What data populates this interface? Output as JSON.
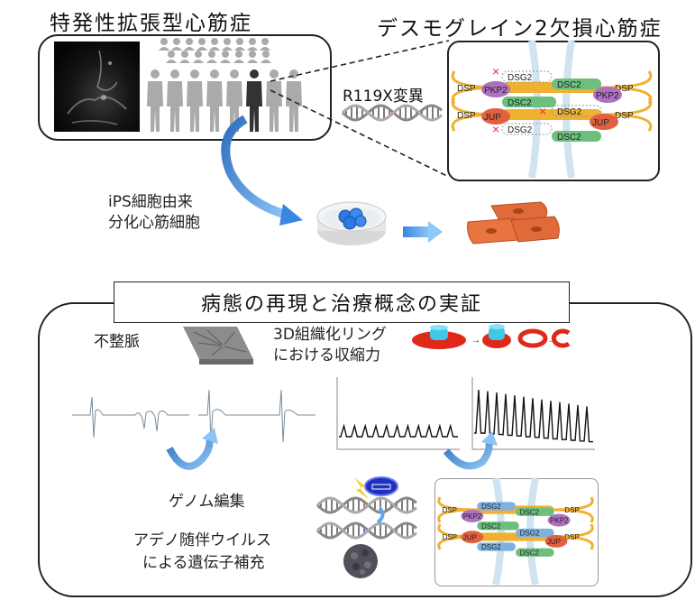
{
  "top": {
    "left_title": "特発性拡張型心筋症",
    "right_title": "デスモグレイン2欠損心筋症",
    "mutation_label": "R119X変異",
    "ips_label_line1": "iPS細胞由来",
    "ips_label_line2": "分化心筋細胞"
  },
  "desmosome_deficient": {
    "proteins": {
      "dsp": "DSP",
      "pkp2": "PKP2",
      "jup": "JUP",
      "dsg2": "DSG2",
      "dsc2": "DSC2"
    },
    "missing_marker": "×"
  },
  "bottom": {
    "section_title": "病態の再現と治療概念の実証",
    "arrhythmia_label": "不整脈",
    "ring_label_line1": "3D組織化リング",
    "ring_label_line2": "における収縮力",
    "genome_edit_label": "ゲノム編集",
    "aav_label_line1": "アデノ随伴ウイルス",
    "aav_label_line2": "による遺伝子補充"
  },
  "colors": {
    "arrow_blue": "#4a90d9",
    "dsp_orange": "#f0b030",
    "pkp2_purple": "#b070c0",
    "jup_red": "#e06040",
    "dsc2_green": "#6cbf7c",
    "dsg2_blue": "#7fb0e0",
    "membrane": "#cfe3f0",
    "cross_red": "#e03030"
  }
}
